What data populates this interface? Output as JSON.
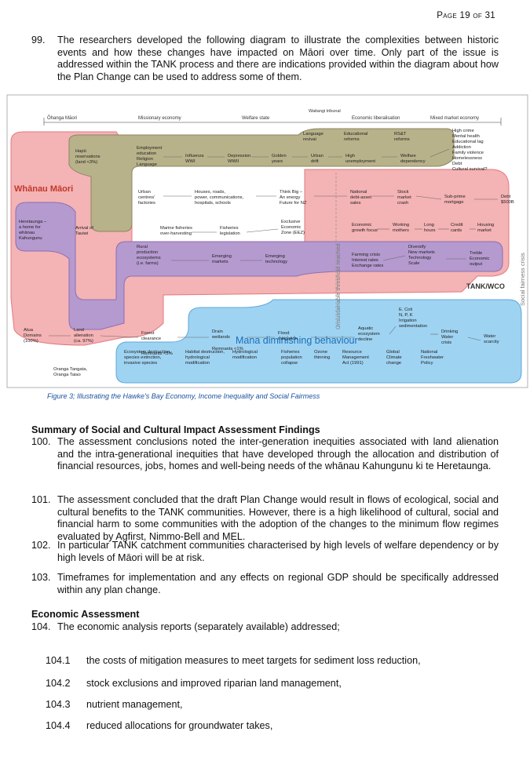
{
  "page_header": "Page 19 of 31",
  "para99": {
    "num": "99.",
    "text": "The researchers developed the following diagram to illustrate the complexities between historic events and how these changes have impacted on Māori over time.  Only part of the issue is addressed within the TANK process and there are indications provided within the diagram about how the Plan Change can be used to address some of them."
  },
  "diagram": {
    "timeline": [
      "Ōhanga Māori",
      "Missionary economy",
      "Welfare state",
      "Waitangi tribunal",
      "Economic liberalisation",
      "Mixed market economy"
    ],
    "region_whanau": "Whānau Māori",
    "region_mana": "Mana diminishing behaviour",
    "region_tank": "TANK/WCO",
    "threshold": "Unsustainable threshold reached",
    "crisis": "Social fairness crisis",
    "hapu": [
      "Hapū",
      "reservations",
      "(land <3%)"
    ],
    "employment": [
      "Employment",
      "education",
      "Religion",
      "Language"
    ],
    "influenza": [
      "Influenza",
      "WWI"
    ],
    "depression": [
      "Depression",
      "WWII"
    ],
    "golden": [
      "Golden",
      "years"
    ],
    "language_revival": [
      "Language",
      "revival"
    ],
    "urban_drift": [
      "Urban",
      "drift"
    ],
    "edu_reforms": [
      "Educational",
      "reforms"
    ],
    "rst": [
      "RS&T",
      "reforms"
    ],
    "high_unemp": [
      "High",
      "unemployment"
    ],
    "welfare_dep": [
      "Welfare",
      "dependency"
    ],
    "high_crime": [
      "High crime",
      "Mental health",
      "Educational lag",
      "Addiction",
      "Family violence",
      "Homelessness",
      "Debt",
      "Cultural survival?"
    ],
    "urban_centres": [
      "Urban",
      "centres/",
      "factories"
    ],
    "houses": [
      "Houses, roads,",
      "power, communications,",
      "hospitals, schools"
    ],
    "think_big": [
      "Think Big –",
      "An energy",
      "Future for NZ"
    ],
    "national_debt": [
      "National",
      "debt-asset",
      "sales"
    ],
    "stock_crash": [
      "Stock",
      "market",
      "crash"
    ],
    "subprime": [
      "Sub-prime",
      "mortgage"
    ],
    "debt500": [
      "Debt",
      "$500B"
    ],
    "heretaunga": [
      "Heretaunga –",
      "a home for",
      "whānau",
      "Kahungunu"
    ],
    "arrival": [
      "Arrival of",
      "Tauiwi"
    ],
    "marine": [
      "Marine fisheries",
      "over-harvesting"
    ],
    "fisheries_leg": [
      "Fisheries",
      "legislation"
    ],
    "eez": [
      "Exclusive",
      "Economic",
      "Zone (EEZ)"
    ],
    "econ_growth": [
      "Economic",
      "growth focus"
    ],
    "working_mothers": [
      "Working",
      "mothers"
    ],
    "long_hours": [
      "Long",
      "hours"
    ],
    "credit_cards": [
      "Credit",
      "cards"
    ],
    "housing_market": [
      "Housing",
      "market"
    ],
    "rural": [
      "Rural",
      "production",
      "ecosystems",
      "(i.e. farms)"
    ],
    "emerging_markets": [
      "Emerging",
      "markets"
    ],
    "emerging_tech": [
      "Emerging",
      "technology"
    ],
    "farming_crisis": [
      "Farming crisis",
      "Interest rates",
      "Exchange rates"
    ],
    "diversify": [
      "Diversify",
      "New markets",
      "Technology",
      "Scale"
    ],
    "treble": [
      "Treble",
      "Economic",
      "output"
    ],
    "atua": [
      "Atua",
      "Domains",
      "(100%)"
    ],
    "land_alienation": [
      "Land",
      "alienation",
      "(ca. 97%)"
    ],
    "forest": [
      "Forest",
      "clearance"
    ],
    "remnants5": "Remnants <5%",
    "drain": [
      "Drain",
      "wetlands"
    ],
    "remnants1": "Remnants <1%",
    "flood": [
      "Flood",
      "mitigation"
    ],
    "aquatic": [
      "Aquatic",
      "ecosystem",
      "decline"
    ],
    "ecoli": [
      "E. Coli",
      "N, P, K",
      "Irrigation",
      "sedimentation"
    ],
    "drinking": [
      "Drinking",
      "Water",
      "crisis"
    ],
    "water_scarcity": [
      "Water",
      "scarcity"
    ],
    "oranga": [
      "Oranga Tangata,",
      "Oranga Taiao"
    ],
    "eco_destruction": [
      "Ecosystem destruction,",
      "species extinction,",
      "invasive species"
    ],
    "habitat": [
      "Habitat destruction,",
      "hydrological",
      "modification"
    ],
    "hydro_mod": [
      "Hydrological",
      "modification"
    ],
    "fisheries_pop": [
      "Fisheries",
      "population",
      "collapse"
    ],
    "ozone": [
      "Ozone",
      "thinning"
    ],
    "rma": [
      "Resource",
      "Management",
      "Act (1991)"
    ],
    "climate": [
      "Global",
      "Climate",
      "change"
    ],
    "freshwater": [
      "National",
      "Freshwater",
      "Policy"
    ]
  },
  "caption": "Figure 3; Illustrating the Hawke's Bay Economy, Income Inequality and Social Fairmess",
  "summary_heading": "Summary of Social and Cultural Impact Assessment Findings",
  "para100": {
    "num": "100.",
    "text": "The assessment conclusions noted the inter-generation inequities associated with land alienation and the intra-generational inequities that have developed through the allocation and distribution of financial resources, jobs, homes and well-being needs of the whānau Kahungunu ki te Heretaunga."
  },
  "para101": {
    "num": "101.",
    "text": "The assessment concluded that the draft Plan Change would result in flows of ecological, social and cultural benefits to the TANK communities.  However, there is a high likelihood of cultural, social and financial harm to some communities with the adoption of the changes to the minimum flow regimes evaluated by Agfirst, Nimmo-Bell and MEL."
  },
  "para102": {
    "num": "102.",
    "text": "In particular TANK catchment communities characterised by high levels of welfare dependency or by high levels of Māori will be at risk."
  },
  "para103": {
    "num": "103.",
    "text": "Timeframes for implementation and any effects on regional GDP should be specifically addressed within any plan change."
  },
  "econ_heading": "Economic Assessment",
  "para104": {
    "num": "104.",
    "text": "The economic analysis reports (separately available) addressed;"
  },
  "sub104": [
    {
      "num": "104.1",
      "text": "the costs of mitigation measures to meet targets for sediment loss reduction,"
    },
    {
      "num": "104.2",
      "text": "stock exclusions and improved riparian land management,"
    },
    {
      "num": "104.3",
      "text": "nutrient management,"
    },
    {
      "num": "104.4",
      "text": "reduced allocations for groundwater takes,"
    }
  ]
}
